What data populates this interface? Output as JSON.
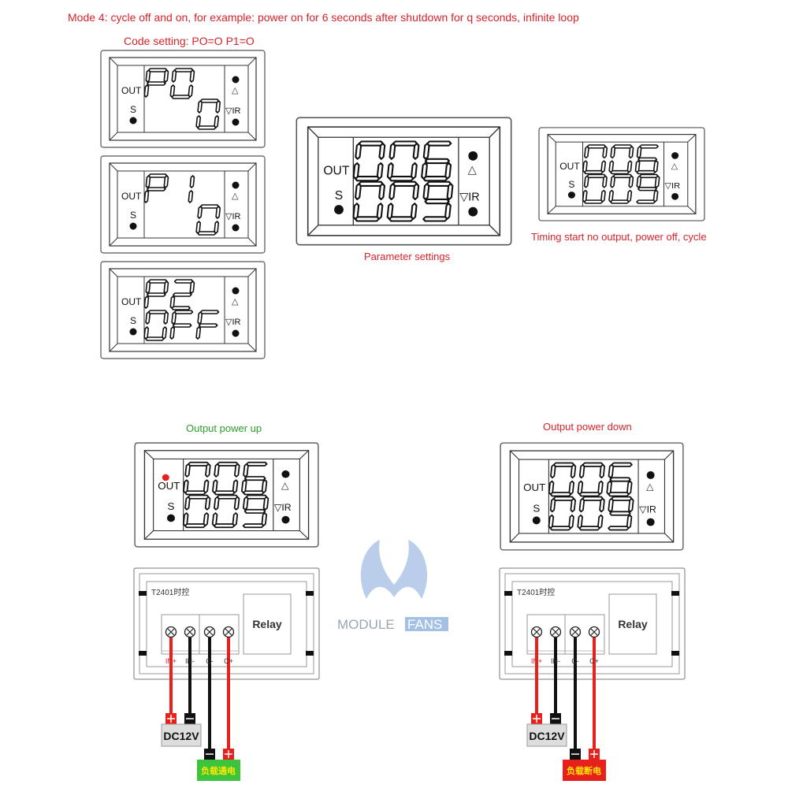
{
  "title": "Mode 4: cycle off and on, for example: power on for 6 seconds after shutdown for q seconds, infinite loop",
  "code_setting": "Code setting: PO=O P1=O",
  "captions": {
    "parameter": "Parameter settings",
    "timing": "Timing start no output, power off, cycle",
    "power_up": "Output power up",
    "power_down": "Output power down"
  },
  "display_labels": {
    "out": "OUT",
    "s": "S",
    "up": "△",
    "down_ir": "▽IR"
  },
  "displays": [
    {
      "id": "p0",
      "top": "P0 ",
      "bottom": "  0",
      "out_on": false
    },
    {
      "id": "p1",
      "top": "P1 ",
      "bottom": "  0",
      "out_on": false
    },
    {
      "id": "p2",
      "top": "P2 ",
      "bottom": "OFF",
      "out_on": false
    },
    {
      "id": "param",
      "top": "006",
      "bottom": "009",
      "out_on": false
    },
    {
      "id": "timing",
      "top": "006",
      "bottom": "009",
      "out_on": false
    },
    {
      "id": "up",
      "top": "006",
      "bottom": "009",
      "out_on": true
    },
    {
      "id": "down",
      "top": "006",
      "bottom": "009",
      "out_on": false
    }
  ],
  "boards": [
    {
      "model": "T2401时控",
      "relay": "Relay",
      "terminals": [
        "IN+",
        "IN-",
        "C-",
        "C+"
      ],
      "supply": "DC12V",
      "load": "负载通电",
      "load_color": "#3cc43c"
    },
    {
      "model": "T2401时控",
      "relay": "Relay",
      "terminals": [
        "IN+",
        "IN-",
        "C-",
        "C+"
      ],
      "supply": "DC12V",
      "load": "负载断电",
      "load_color": "#e8201c"
    }
  ],
  "watermark": "MODULE FANS",
  "colors": {
    "red_text": "#d8232a",
    "green_text": "#2aa02a",
    "wire_red": "#e8201c",
    "wire_black": "#111111",
    "out_led": "#e8201c"
  }
}
